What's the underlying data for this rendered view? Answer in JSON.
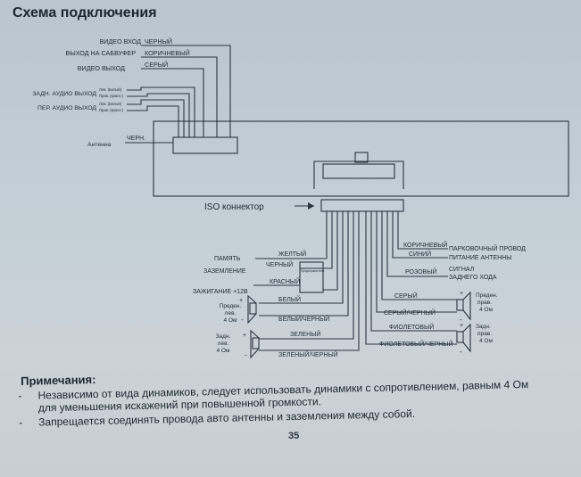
{
  "title": "Схема подключения",
  "left_inputs": [
    {
      "label": "ВИДЕО ВХОД",
      "color": "ЧЕРНЫЙ"
    },
    {
      "label": "ВЫХОД НА САБВУФЕР",
      "color": "КОРИЧНЕВЫЙ"
    },
    {
      "label": "ВИДЕО ВЫХОД",
      "color": "СЕРЫЙ"
    }
  ],
  "audio_out": [
    {
      "label": "ЗАДН. АУДИО ВЫХОД",
      "sub1": "Лев. (Белый)",
      "sub2": "Прав. (красн.)"
    },
    {
      "label": "ПЕР. АУДИО ВЫХОД",
      "sub1": "Лев. (Белый)",
      "sub2": "Прав. (красн.)"
    }
  ],
  "antenna": {
    "label": "Антенна",
    "color": "ЧЕРН."
  },
  "iso": {
    "label": "ISO коннектор"
  },
  "left_power": [
    {
      "label": "ПАМЯТЬ",
      "color": "ЖЕЛТЫЙ"
    },
    {
      "label": "ЗАЗЕМЛЕНИЕ",
      "color": "ЧЕРНЫЙ"
    },
    {
      "label": "ЗАЖИГАНИЕ +12В",
      "color": "КРАСНЫЙ"
    }
  ],
  "fuse_label": "Предохранитель",
  "right_outputs": [
    {
      "color": "КОРИЧНЕВЫЙ",
      "label": "ПАРКОВОЧНЫЙ ПРОВОД"
    },
    {
      "color": "СИНИЙ",
      "label": "ПИТАНИЕ АНТЕННЫ"
    },
    {
      "color": "РОЗОВЫЙ",
      "label1": "СИГНАЛ",
      "label2": "ЗАДНЕГО ХОДА"
    }
  ],
  "speakers": {
    "front_left": {
      "l1": "Преден.",
      "l2": "лев.",
      "l3": "4 Ом",
      "wire_pos": "БЕЛЫЙ",
      "wire_neg": "БЕЛЫЙ/ЧЕРНЫЙ"
    },
    "rear_left": {
      "l1": "Задн.",
      "l2": "лев.",
      "l3": "4 Ом",
      "wire_pos": "ЗЕЛЕНЫЙ",
      "wire_neg": "ЗЕЛЕНЫЙ/ЧЕРНЫЙ"
    },
    "front_right": {
      "l1": "Преден.",
      "l2": "прав.",
      "l3": "4 Ом",
      "wire_pos": "СЕРЫЙ",
      "wire_neg": "СЕРЫЙ/ЧЕРНЫЙ"
    },
    "rear_right": {
      "l1": "Задн.",
      "l2": "прав.",
      "l3": "4 Ом",
      "wire_pos": "ФИОЛЕТОВЫЙ",
      "wire_neg": "ФИОЛЕТОВЫЙ/ЧЕРНЫЙ"
    },
    "plus": "+",
    "minus": "-"
  },
  "notes": {
    "title": "Примечания:",
    "bullet": "-",
    "item1": "Независимо от вида динамиков, следует использовать динамики с сопротивлением, равным 4 Ом",
    "item1_cont": "для уменьшения искажений при повышенной громкости.",
    "item2": "Запрещается соединять провода авто антенны и заземления между собой."
  },
  "page_number": "35"
}
